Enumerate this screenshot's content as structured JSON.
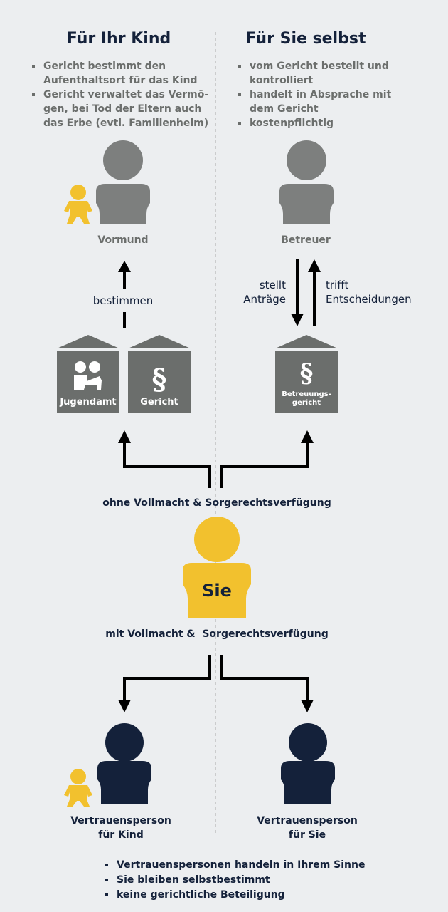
{
  "left": {
    "title": "Für Ihr Kind",
    "bullets": [
      "Gericht bestimmt den Aufenthaltsort für das Kind",
      "Gericht verwaltet das Vermö-gen, bei Tod der Eltern auch das Erbe (evtl. Familienheim)"
    ],
    "person": "Vormund",
    "arrow_label": "bestimmen",
    "buildings": [
      "Jugendamt",
      "Gericht"
    ]
  },
  "right": {
    "title": "Für Sie selbst",
    "bullets": [
      "vom Gericht bestellt und kontrolliert",
      "handelt in Absprache mit dem Gericht",
      "kostenpflichtig"
    ],
    "person": "Betreuer",
    "arrow_left_label": [
      "stellt",
      "Anträge"
    ],
    "arrow_right_label": [
      "trifft",
      "Entscheidungen"
    ],
    "building": [
      "Betreuungs-",
      "gericht"
    ]
  },
  "center": {
    "without_prefix": "ohne",
    "without_rest": " Vollmacht & Sorgerechtsverfügung",
    "you": "Sie",
    "with_prefix": "mit",
    "with_rest": " Vollmacht &  Sorgerechtsverfügung"
  },
  "bottom": {
    "left_person": [
      "Vertrauensperson",
      "für Kind"
    ],
    "right_person": [
      "Vertrauensperson",
      "für Sie"
    ],
    "bullets": [
      "Vertrauenspersonen handeln in Ihrem Sinne",
      "Sie bleiben selbstbestimmt",
      "keine gerichtliche Beteiligung"
    ]
  },
  "colors": {
    "navy": "#14213a",
    "gray": "#6b6e6c",
    "yellow": "#f2c12e",
    "background": "#eceef0"
  }
}
